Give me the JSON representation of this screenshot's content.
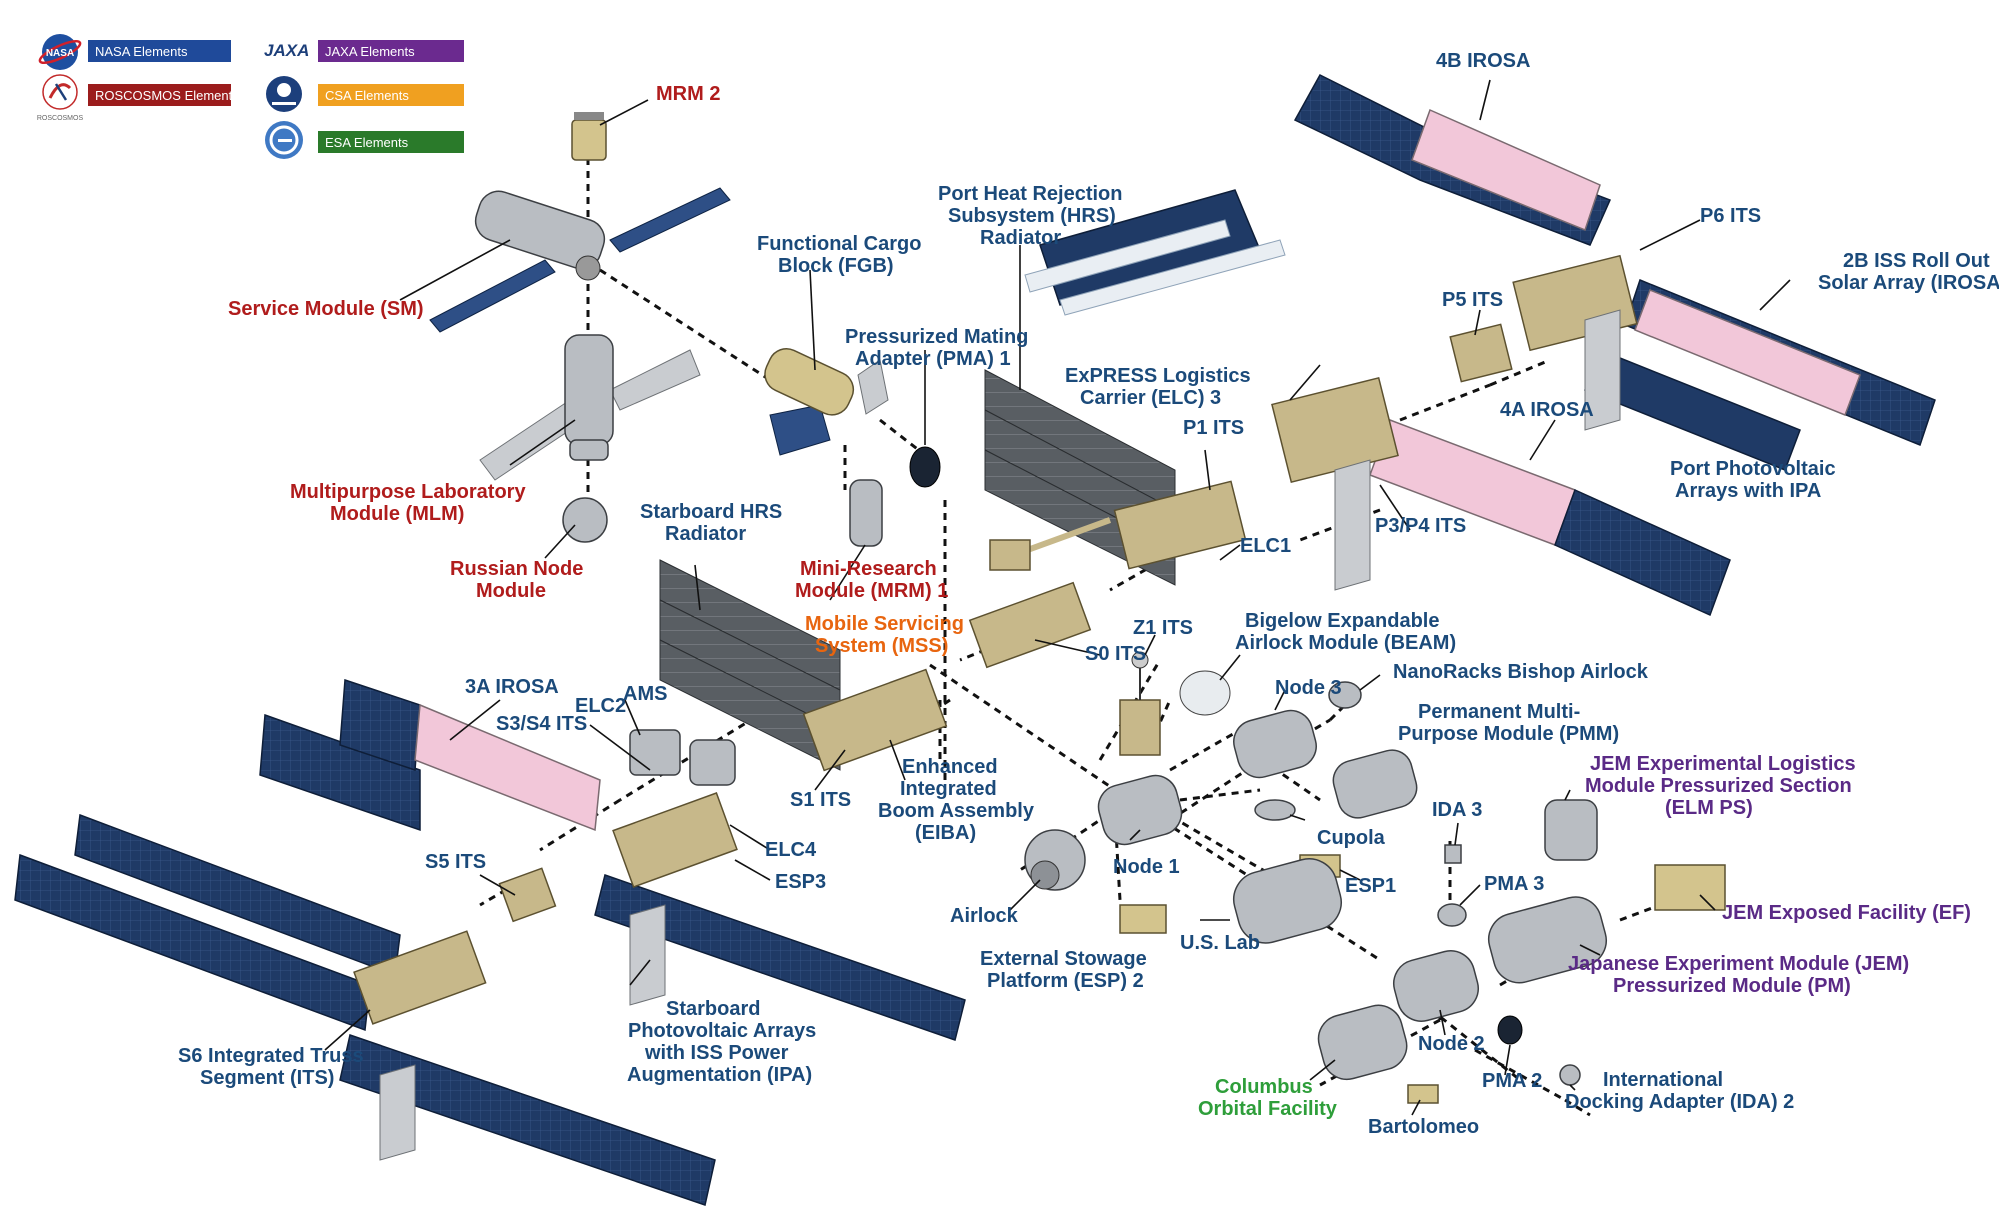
{
  "legend": {
    "items": [
      {
        "label": "NASA Elements",
        "color": "#1f4a9a",
        "logo_icon": "nasa-logo-icon"
      },
      {
        "label": "ROSCOSMOS Elements",
        "color": "#9b1c1c",
        "logo_icon": "roscosmos-logo-icon",
        "logo_caption": "ROSCOSMOS"
      },
      {
        "label": "JAXA Elements",
        "color": "#6b2a8f",
        "logo_icon": "jaxa-logo-icon",
        "logo_caption": "JAXA"
      },
      {
        "label": "CSA Elements",
        "color": "#f0a020",
        "logo_icon": "csa-logo-icon"
      },
      {
        "label": "ESA Elements",
        "color": "#2a7a2a",
        "logo_icon": "esa-logo-icon"
      }
    ]
  },
  "label_colors": {
    "nasa": "#1b4a7a",
    "roscosmos": "#b01c1c",
    "jaxa": "#5a2a86",
    "csa": "#e8650f",
    "esa": "#2e9e3a"
  },
  "labels": {
    "mrm2": "MRM 2",
    "sm": "Service Module (SM)",
    "mlm_1": "Multipurpose Laboratory",
    "mlm_2": "Module (MLM)",
    "russian_node_1": "Russian Node",
    "russian_node_2": "Module",
    "fgb_1": "Functional Cargo",
    "fgb_2": "Block (FGB)",
    "pma1_1": "Pressurized Mating",
    "pma1_2": "Adapter (PMA) 1",
    "mrm1_1": "Mini-Research",
    "mrm1_2": "Module (MRM) 1",
    "port_hrs_1": "Port Heat Rejection",
    "port_hrs_2": "Subsystem (HRS)",
    "port_hrs_3": "Radiator",
    "elc3_1": "ExPRESS Logistics",
    "elc3_2": "Carrier (ELC) 3",
    "p1_its": "P1 ITS",
    "elc1": "ELC1",
    "stbd_hrs_1": "Starboard HRS",
    "stbd_hrs_2": "Radiator",
    "mss_1": "Mobile Servicing",
    "mss_2": "System (MSS)",
    "s0_its": "S0 ITS",
    "z1_its": "Z1 ITS",
    "beam_1": "Bigelow Expandable",
    "beam_2": "Airlock Module (BEAM)",
    "nanoracks": "NanoRacks Bishop Airlock",
    "node3": "Node 3",
    "pmm_1": "Permanent Multi-",
    "pmm_2": "Purpose Module (PMM)",
    "irosa_4b": "4B IROSA",
    "p6_its": "P6 ITS",
    "irosa_2b_1": "2B ISS Roll Out",
    "irosa_2b_2": "Solar Array (IROSA)",
    "p5_its": "P5 ITS",
    "irosa_4a": "4A IROSA",
    "port_pv_1": "Port Photovoltaic",
    "port_pv_2": "Arrays with IPA",
    "p3p4_its": "P3/P4 ITS",
    "irosa_3a": "3A IROSA",
    "elc2": "ELC2",
    "ams": "AMS",
    "s3s4_its": "S3/S4 ITS",
    "s1_its": "S1 ITS",
    "eiba_1": "Enhanced",
    "eiba_2": "Integrated",
    "eiba_3": "Boom Assembly",
    "eiba_4": "(EIBA)",
    "elc4": "ELC4",
    "esp3": "ESP3",
    "s5_its": "S5 ITS",
    "s6_its_1": "S6 Integrated Truss",
    "s6_its_2": "Segment (ITS)",
    "stbd_pv_1": "Starboard",
    "stbd_pv_2": "Photovoltaic Arrays",
    "stbd_pv_3": "with ISS Power",
    "stbd_pv_4": "Augmentation (IPA)",
    "airlock": "Airlock",
    "esp2_1": "External Stowage",
    "esp2_2": "Platform (ESP) 2",
    "node1": "Node 1",
    "us_lab": "U.S. Lab",
    "cupola": "Cupola",
    "esp1": "ESP1",
    "ida3": "IDA 3",
    "pma3": "PMA 3",
    "elm_1": "JEM Experimental Logistics",
    "elm_2": "Module Pressurized Section",
    "elm_3": "(ELM PS)",
    "jem_ef": "JEM Exposed Facility (EF)",
    "jem_pm_1": "Japanese Experiment Module (JEM)",
    "jem_pm_2": "Pressurized Module (PM)",
    "node2": "Node 2",
    "pma2": "PMA 2",
    "ida2_1": "International",
    "ida2_2": "Docking Adapter (IDA) 2",
    "columbus_1": "Columbus",
    "columbus_2": "Orbital Facility",
    "bartolomeo": "Bartolomeo"
  }
}
